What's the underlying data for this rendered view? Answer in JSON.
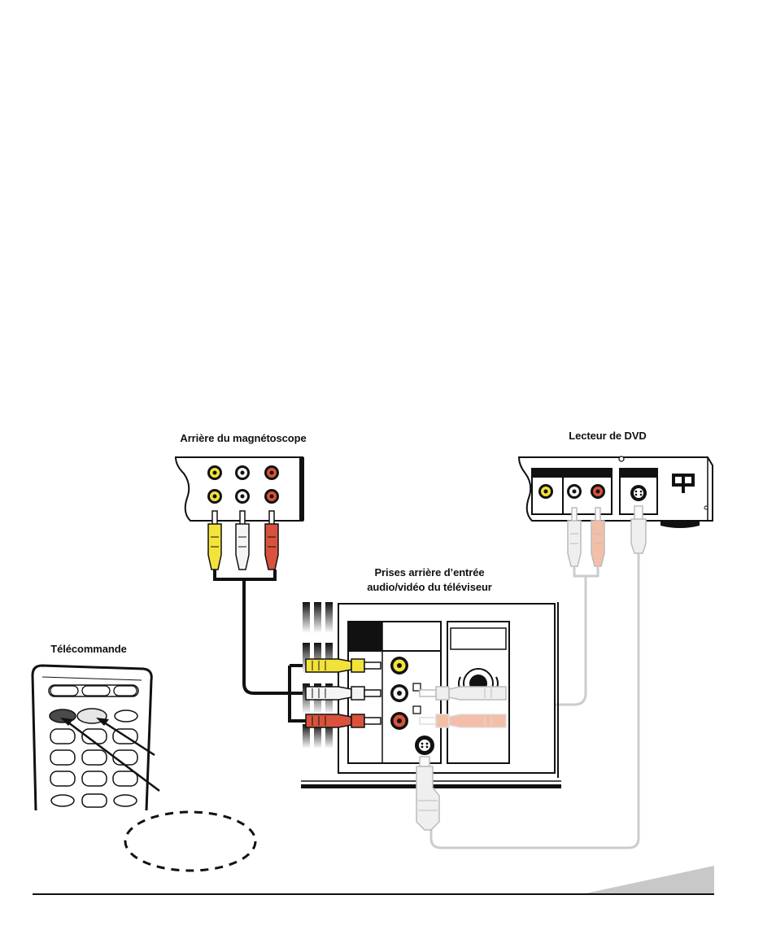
{
  "labels": {
    "vcr_rear": "Arrière du magnétoscope",
    "dvd_player": "Lecteur de DVD",
    "tv_inputs_line1": "Prises arrière d’entrée",
    "tv_inputs_line2": "audio/vidéo du téléviseur",
    "remote": "Télécommande"
  },
  "colors": {
    "video_jack": "#f2e33a",
    "audio_left_jack": "#f4f4f4",
    "audio_right_jack": "#d9533c",
    "cable_gray": "#cccccc",
    "faded_red": "#f3bfa8",
    "faded_white": "#efefef",
    "footer_tab": "#c8c8c8"
  }
}
